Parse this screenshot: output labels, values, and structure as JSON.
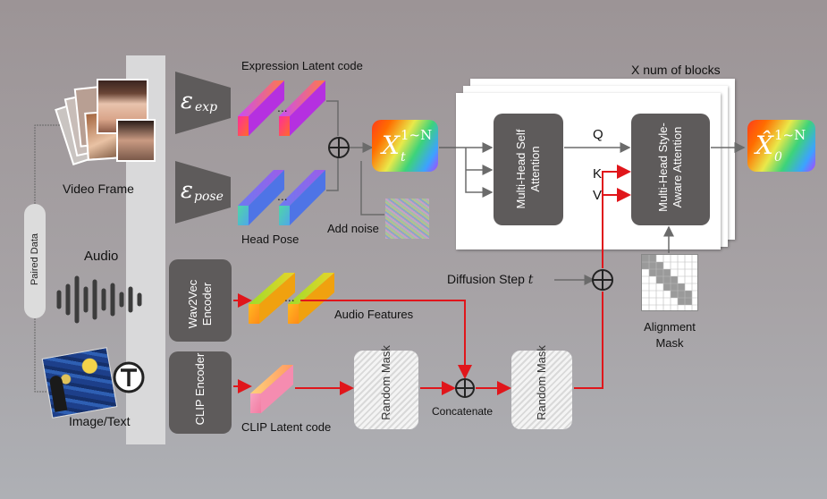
{
  "diagram": {
    "labels": {
      "paired_data": "Paired Data",
      "video_frame": "Video Frame",
      "audio": "Audio",
      "image_text": "Image/Text",
      "expression_latent": "Expression Latent code",
      "head_pose": "Head Pose",
      "audio_features": "Audio Features",
      "clip_latent": "CLIP Latent code",
      "add_noise": "Add noise",
      "x_num_blocks": "X num of blocks",
      "diffusion_step": "Diffusion Step",
      "diffusion_step_var": "t",
      "alignment_mask": "Alignment Mask",
      "concatenate": "Concatenate",
      "q": "Q",
      "k": "K",
      "v": "V"
    },
    "encoders": {
      "exp_symbol": "ε",
      "exp_sub": "exp",
      "pose_symbol": "ε",
      "pose_sub": "pose",
      "wav2vec": "Wav2Vec Encoder",
      "clip": "CLIP Encoder"
    },
    "blocks": {
      "self_attention": "Multi-Head Self Attention",
      "style_attention": "Multi-Head Style-Aware Attention",
      "random_mask": "Random Mask"
    },
    "latents": {
      "input_symbol": "X",
      "input_sub": "t",
      "input_sup": "1~N",
      "output_symbol": "X̂",
      "output_sub": "0",
      "output_sup": "1~N"
    },
    "colors": {
      "arrow_red": "#e0161b",
      "arrow_gray": "#6b6b6b",
      "encoder_box": "#5e5b5b"
    }
  }
}
